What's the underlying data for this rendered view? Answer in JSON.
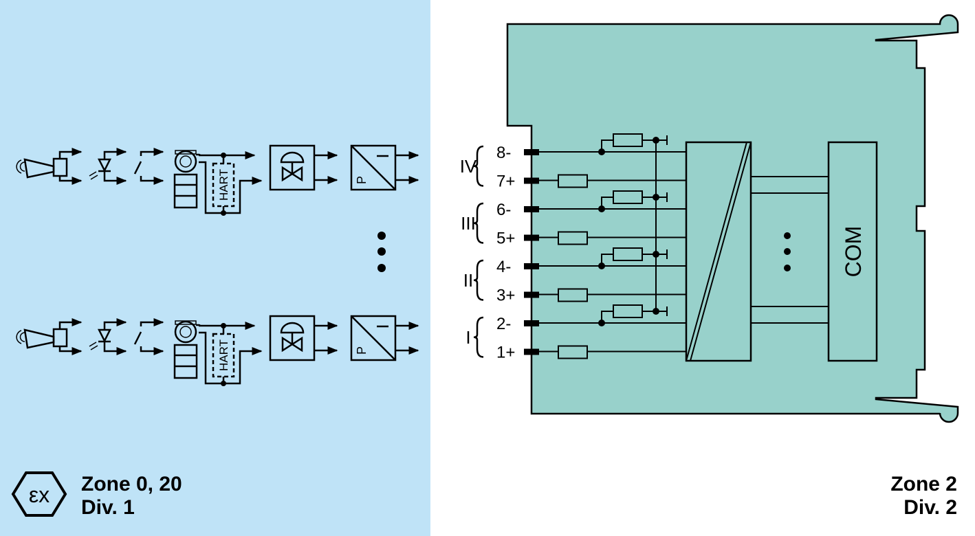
{
  "colors": {
    "hazard_zone_bg": "#bfe3f7",
    "safe_zone_bg": "#ffffff",
    "module_fill": "#98d1cb",
    "line": "#000000"
  },
  "field_devices": {
    "rows": 2,
    "items": [
      {
        "icon": "proximity-sensor-icon"
      },
      {
        "icon": "optical-sensor-icon"
      },
      {
        "icon": "switch-contact-icon"
      },
      {
        "icon": "transmitter-icon"
      },
      {
        "icon": "hart-box",
        "label": "HART"
      },
      {
        "icon": "valve-actuator-icon"
      },
      {
        "icon": "pressure-current-converter-icon",
        "label_p": "P",
        "label_i": "I"
      }
    ],
    "ellipsis": "⋮"
  },
  "module": {
    "channels": [
      {
        "group": "IV",
        "terminals": [
          "8-",
          "7+"
        ]
      },
      {
        "group": "III",
        "terminals": [
          "6-",
          "5+"
        ]
      },
      {
        "group": "II",
        "terminals": [
          "4-",
          "3+"
        ]
      },
      {
        "group": "I",
        "terminals": [
          "2-",
          "1+"
        ]
      }
    ],
    "com_label": "COM",
    "ellipsis": "⋮"
  },
  "zones": {
    "left": {
      "line1": "Zone 0, 20",
      "line2": "Div. 1",
      "icon_label": "εx"
    },
    "right": {
      "line1": "Zone 2",
      "line2": "Div. 2"
    }
  }
}
